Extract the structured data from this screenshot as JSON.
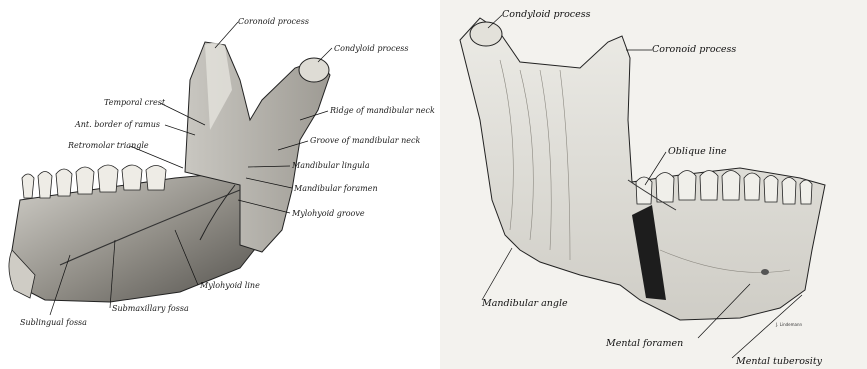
{
  "left_panel": {
    "labels": {
      "coronoid": "Coronoid process",
      "condyloid": "Condyloid process",
      "temporal_crest": "Temporal crest",
      "ant_border": "Ant. border of ramus",
      "retromolar": "Retromolar triangle",
      "ridge_neck": "Ridge of mandibular neck",
      "groove_neck": "Groove of mandibular neck",
      "lingula": "Mandibular lingula",
      "foramen": "Mandibular foramen",
      "mylohyoid_groove": "Mylohyoid groove",
      "mylohyoid_line": "Mylohyoid line",
      "sublingual": "Sublingual fossa",
      "submaxillary": "Submaxillary fossa"
    }
  },
  "right_panel": {
    "labels": {
      "condyloid": "Condyloid process",
      "coronoid": "Coronoid process",
      "oblique": "Oblique line",
      "angle": "Mandibular angle",
      "mental_foramen": "Mental foramen",
      "mental_tuberosity": "Mental tuberosity"
    }
  },
  "colors": {
    "bone_light": "#e8e6e0",
    "bone_mid": "#b9b6ae",
    "bone_dark": "#6f6c66",
    "ink": "#1a1a1a",
    "paper_right": "#f3f2ee"
  }
}
